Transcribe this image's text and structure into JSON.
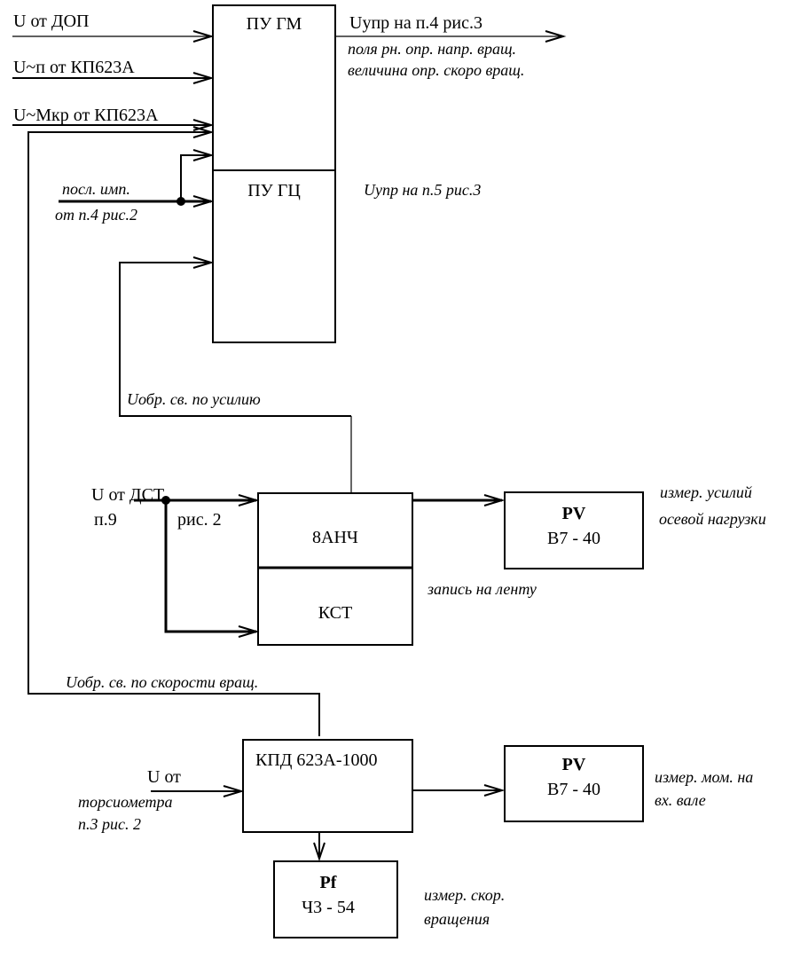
{
  "blocks": {
    "pu_gm": "ПУ  ГМ",
    "pu_gc": "ПУ ГЦ",
    "anch": "8АНЧ",
    "kst": "КСТ",
    "kpd": "КПД 623А-1000",
    "pv1": {
      "title": "PV",
      "model": "В7 - 40"
    },
    "pv2": {
      "title": "PV",
      "model": "В7 - 40"
    },
    "pf": {
      "title": "Pf",
      "model": "Ч3 - 54"
    }
  },
  "inputs": {
    "u_dop": "U от ДОП",
    "u_n": "U~п от КП623А",
    "u_mkr": "U~Мкр от КП623А",
    "posl_imp_1": "посл. имп.",
    "posl_imp_2": "от п.4 рис.2",
    "u_dst_1": "U от ДСТ",
    "u_dst_2": "п.9",
    "u_dst_3": "рис. 2",
    "u_tors_1": "U от",
    "u_tors_2": "торсиометра",
    "u_tors_3": "п.3 рис. 2"
  },
  "outputs": {
    "u_upr_4": "Uупр на  п.4  рис.3",
    "u_upr_4_note_1": "поля рн. опр. напр. вращ.",
    "u_upr_4_note_2": "величина опр. скоро вращ.",
    "u_upr_5": "Uупр на п.5 рис.3"
  },
  "feedback": {
    "force": "Uобр. св. по усилию",
    "speed": "Uобр. св. по скорости вращ."
  },
  "notes": {
    "tape": "запись на ленту",
    "pv1_1": "измер. усилий",
    "pv1_2": "осевой нагрузки",
    "pv2_1": "измер. мом. на",
    "pv2_2": "вх. вале",
    "pf_1": "измер. скор.",
    "pf_2": "вращения"
  }
}
